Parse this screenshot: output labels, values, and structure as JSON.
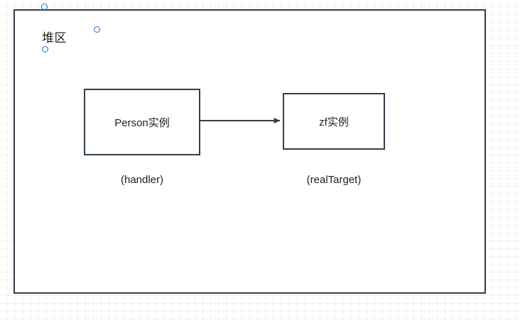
{
  "diagram": {
    "type": "memory-model-diagram",
    "container": {
      "label": "堆区",
      "border_color": "#333f4d"
    },
    "handles": [
      {
        "name": "handle-top",
        "color": "#1673d4"
      },
      {
        "name": "handle-right",
        "color": "#1673d4"
      },
      {
        "name": "handle-bottom",
        "color": "#1673d4"
      }
    ],
    "nodes": [
      {
        "id": "handler",
        "text": "Person实例",
        "caption": "(handler)"
      },
      {
        "id": "realTarget",
        "text": "zf实例",
        "caption": "(realTarget)"
      }
    ],
    "connector": {
      "from": "handler",
      "to": "realTarget",
      "style": "solid-arrow",
      "color": "#333f4d"
    }
  }
}
